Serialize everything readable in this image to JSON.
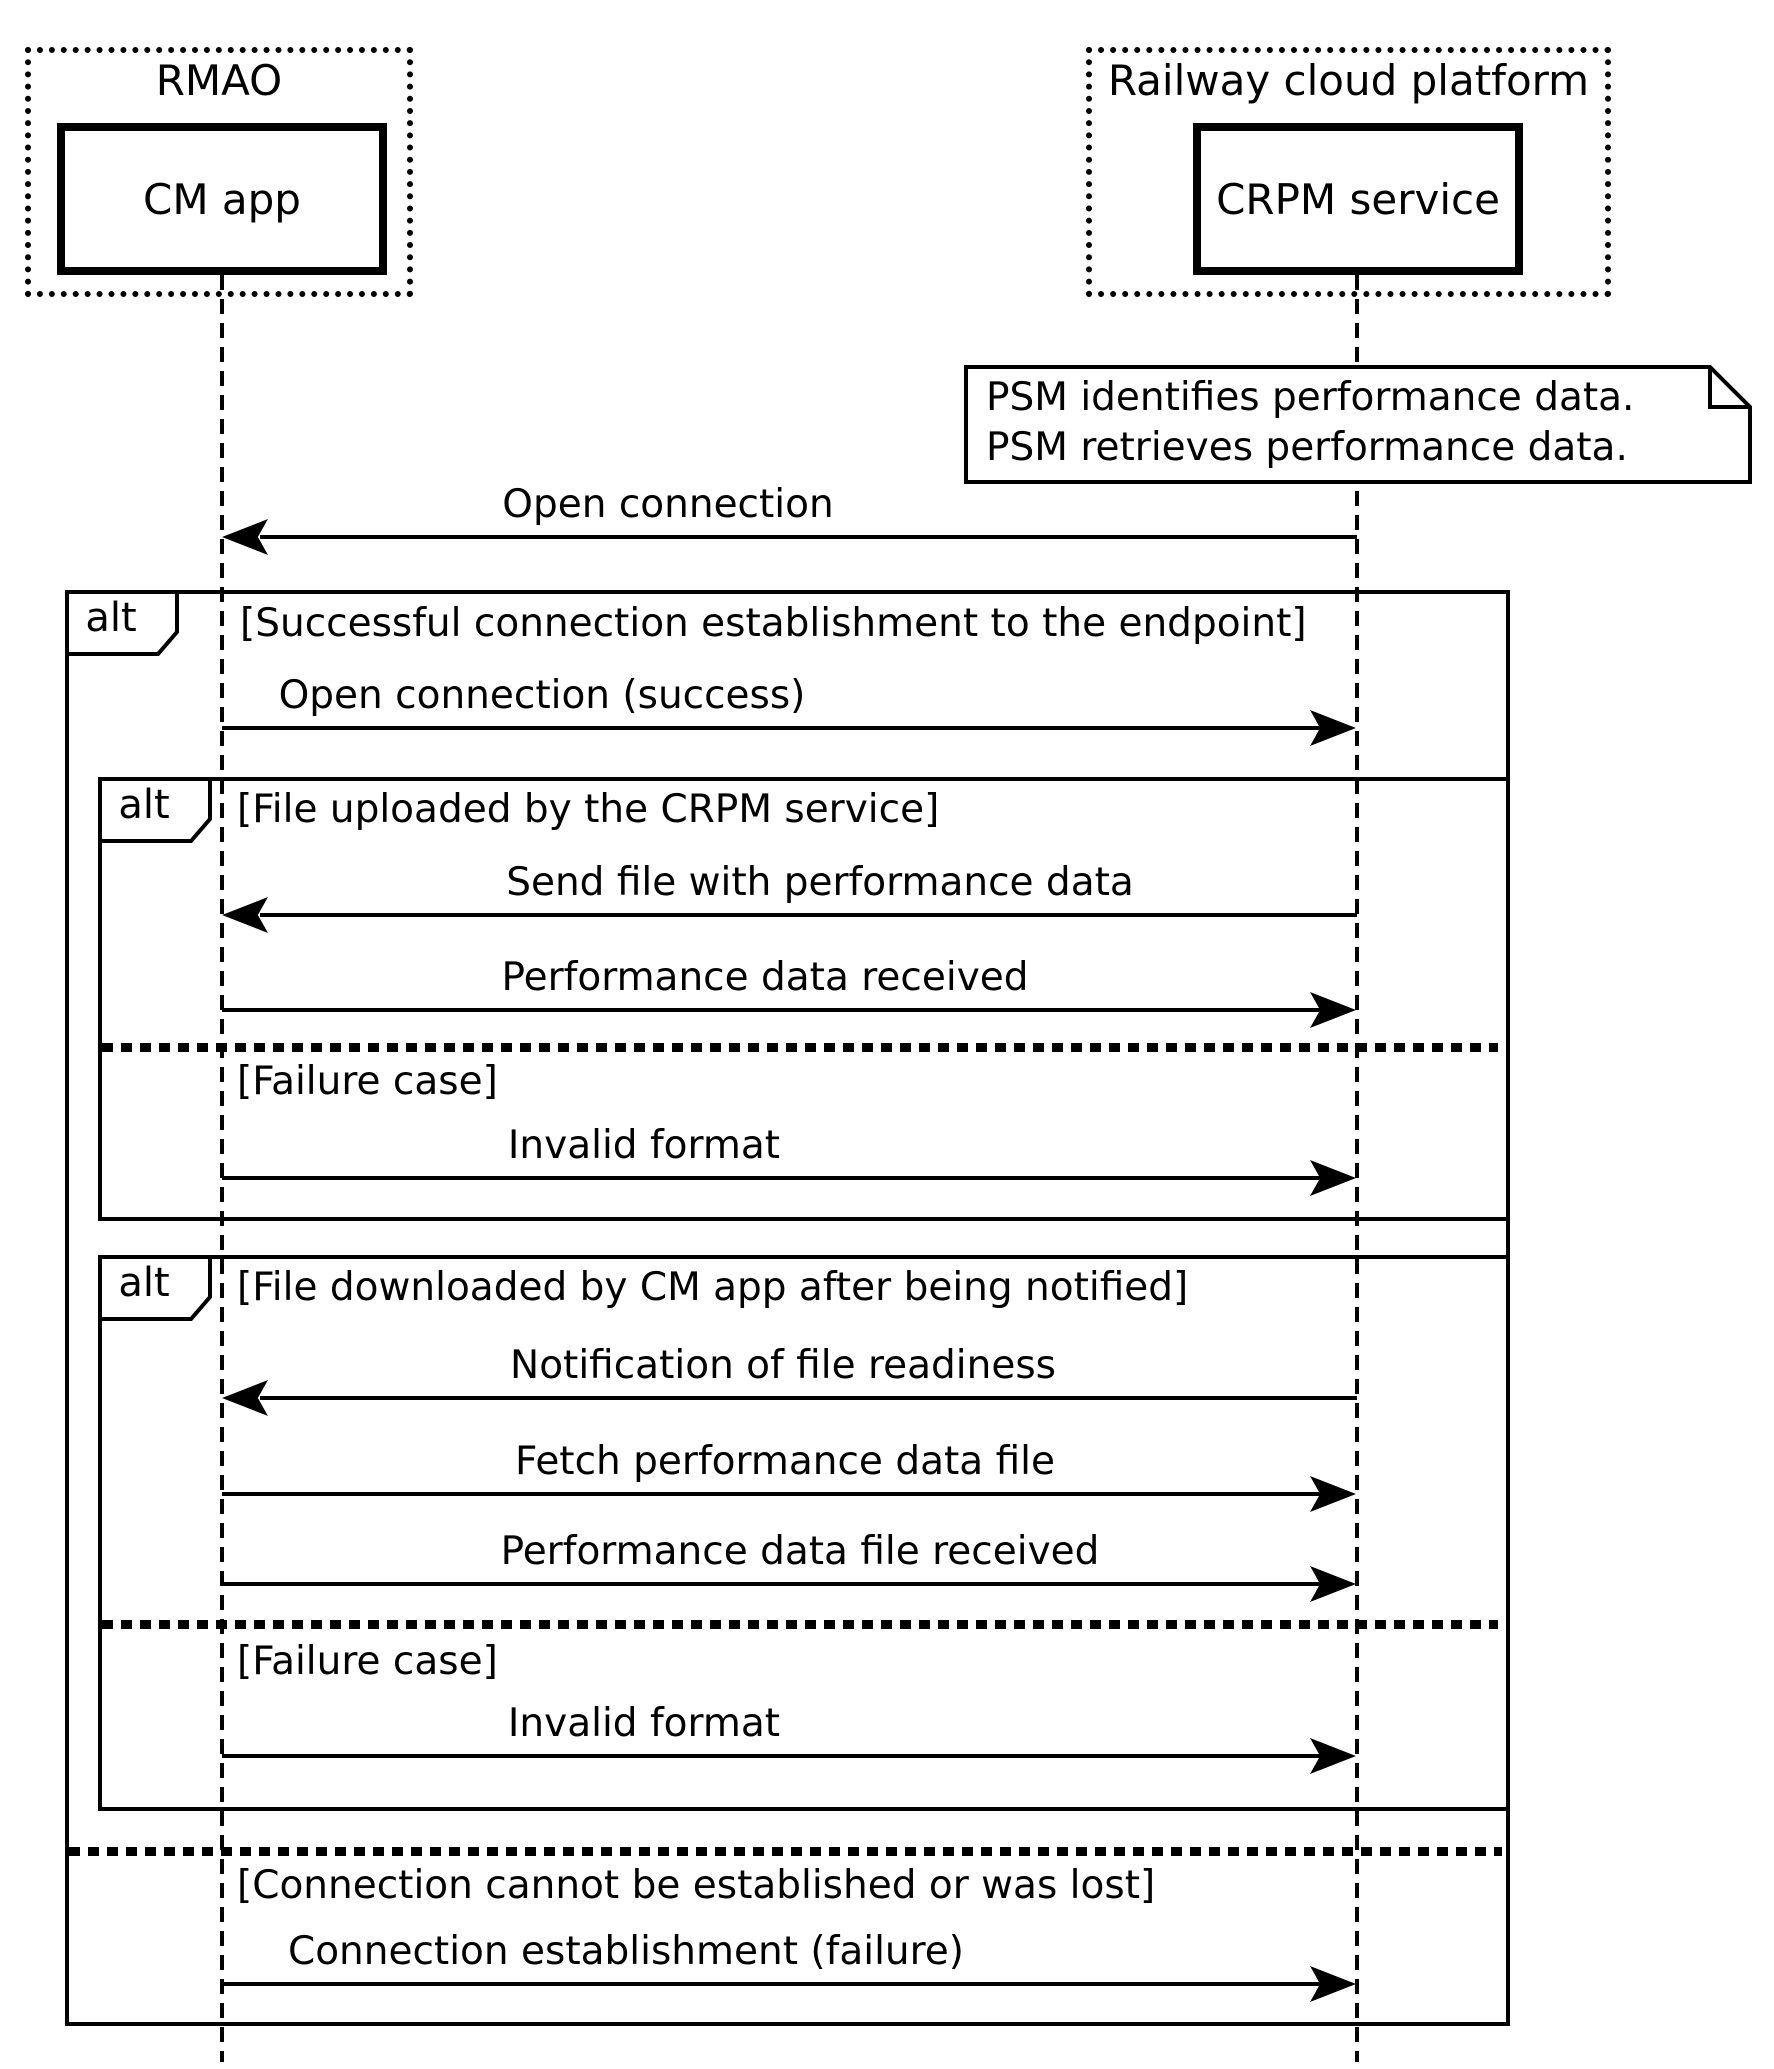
{
  "participants": [
    {
      "group_label": "RMAO",
      "box_label": "CM app"
    },
    {
      "group_label": "Railway cloud platform",
      "box_label": "CRPM service"
    }
  ],
  "note": {
    "line1": "PSM identifies performance data.",
    "line2": "PSM retrieves performance data."
  },
  "fragments": {
    "outer": {
      "operator": "alt",
      "guard": "[Successful connection establishment to the endpoint]",
      "else_guard": "[Connection cannot be established or was lost]"
    },
    "upload": {
      "operator": "alt",
      "guard": "[File uploaded by the CRPM service]",
      "else_guard": "[Failure case]"
    },
    "download": {
      "operator": "alt",
      "guard": "[File downloaded by CM app after being notified]",
      "else_guard": "[Failure case]"
    }
  },
  "messages": [
    {
      "label": "Open connection",
      "from": "CRPM service",
      "to": "CM app"
    },
    {
      "label": "Open connection (success)",
      "from": "CM app",
      "to": "CRPM service"
    },
    {
      "label": "Send file with performance data",
      "from": "CRPM service",
      "to": "CM app"
    },
    {
      "label": "Performance data received",
      "from": "CM app",
      "to": "CRPM service"
    },
    {
      "label": "Invalid format",
      "from": "CM app",
      "to": "CRPM service"
    },
    {
      "label": "Notification of file readiness",
      "from": "CRPM service",
      "to": "CM app"
    },
    {
      "label": "Fetch performance data file",
      "from": "CM app",
      "to": "CRPM service"
    },
    {
      "label": "Performance data file received",
      "from": "CM app",
      "to": "CRPM service"
    },
    {
      "label": "Invalid format",
      "from": "CM app",
      "to": "CRPM service"
    },
    {
      "label": "Connection establishment (failure)",
      "from": "CM app",
      "to": "CRPM service"
    }
  ],
  "colors": {
    "ink": "#000000",
    "paper": "#ffffff"
  }
}
